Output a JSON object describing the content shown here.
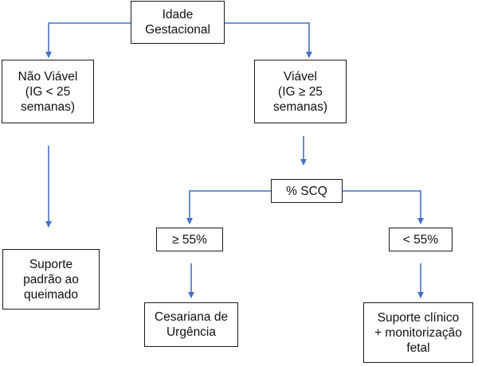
{
  "diagram": {
    "root": {
      "label": "Idade\nGestacional"
    },
    "non_viable": {
      "label": "Não Viável\n(IG < 25\nsemanas)"
    },
    "viable": {
      "label": "Viável\n(IG ≥ 25\nsemanas)"
    },
    "scq": {
      "label": "% SCQ"
    },
    "ge55": {
      "label": "≥ 55%"
    },
    "lt55": {
      "label": "< 55%"
    },
    "standard_support": {
      "label": "Suporte\npadrão ao\nqueimado"
    },
    "cesarean": {
      "label": "Cesariana de\nUrgência"
    },
    "clinical_support": {
      "label": "Suporte clínico\n+ monitorização\nfetal"
    }
  },
  "colors": {
    "connector": "#4472C4",
    "box_border": "#1a1a1a",
    "text": "#111111"
  }
}
